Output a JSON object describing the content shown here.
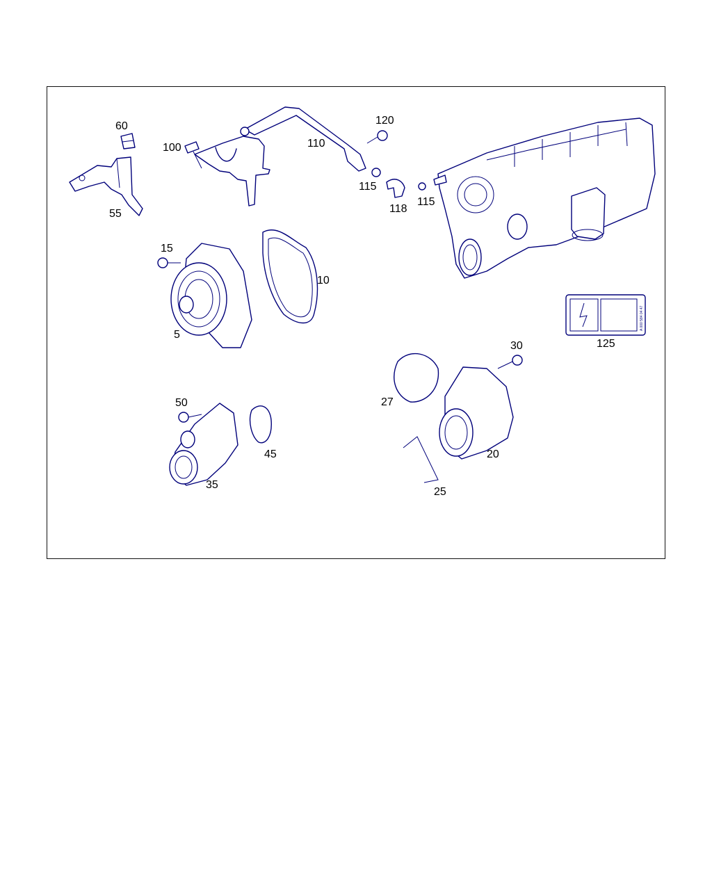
{
  "diagram": {
    "parts": [
      {
        "id": "p60",
        "label": "60"
      },
      {
        "id": "p100",
        "label": "100"
      },
      {
        "id": "p110",
        "label": "110"
      },
      {
        "id": "p120",
        "label": "120"
      },
      {
        "id": "p115a",
        "label": "115"
      },
      {
        "id": "p118",
        "label": "118"
      },
      {
        "id": "p115b",
        "label": "115"
      },
      {
        "id": "p55",
        "label": "55"
      },
      {
        "id": "p15",
        "label": "15"
      },
      {
        "id": "p10",
        "label": "10"
      },
      {
        "id": "p5",
        "label": "5"
      },
      {
        "id": "p125",
        "label": "125"
      },
      {
        "id": "p30",
        "label": "30"
      },
      {
        "id": "p27",
        "label": "27"
      },
      {
        "id": "p50",
        "label": "50"
      },
      {
        "id": "p45",
        "label": "45"
      },
      {
        "id": "p20",
        "label": "20"
      },
      {
        "id": "p35",
        "label": "35"
      },
      {
        "id": "p25",
        "label": "25"
      }
    ],
    "warning_label_text": "A 000 584 04 47",
    "line_color": "#00007a"
  }
}
